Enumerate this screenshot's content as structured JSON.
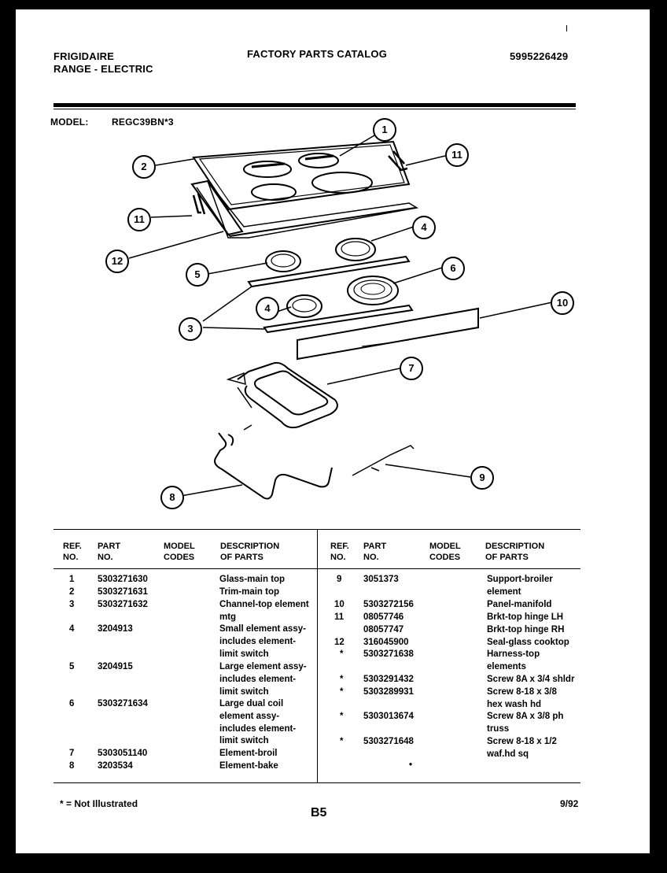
{
  "header": {
    "brand": "FRIGIDAIRE",
    "category": "RANGE - ELECTRIC",
    "catalog_title": "FACTORY PARTS CATALOG",
    "catalog_number": "5995226429",
    "model_label": "MODEL:",
    "model_value": "REGC39BN*3"
  },
  "callouts": [
    "1",
    "2",
    "11",
    "11",
    "4",
    "12",
    "5",
    "6",
    "4",
    "3",
    "10",
    "7",
    "9",
    "8"
  ],
  "table": {
    "headers": {
      "ref": "REF.\nNO.",
      "part": "PART\nNO.",
      "model": "MODEL\nCODES",
      "desc": "DESCRIPTION\nOF PARTS"
    },
    "left_rows": [
      {
        "ref": "1",
        "part": "5303271630",
        "desc": "Glass-main top"
      },
      {
        "ref": "2",
        "part": "5303271631",
        "desc": "Trim-main top"
      },
      {
        "ref": "3",
        "part": "5303271632",
        "desc": "Channel-top element\nmtg"
      },
      {
        "ref": "4",
        "part": "3204913",
        "desc": "Small element assy-\nincludes element-\nlimit switch"
      },
      {
        "ref": "5",
        "part": "3204915",
        "desc": "Large element assy-\nincludes element-\nlimit switch"
      },
      {
        "ref": "6",
        "part": "5303271634",
        "desc": "Large dual coil\nelement assy-\nincludes element-\nlimit switch"
      },
      {
        "ref": "7",
        "part": "5303051140",
        "desc": "Element-broil"
      },
      {
        "ref": "8",
        "part": "3203534",
        "desc": "Element-bake"
      }
    ],
    "right_rows": [
      {
        "ref": "9",
        "part": "3051373",
        "desc": "Support-broiler\nelement"
      },
      {
        "ref": "10",
        "part": "5303272156",
        "desc": "Panel-manifold"
      },
      {
        "ref": "11",
        "part": "08057746",
        "desc": "Brkt-top hinge LH"
      },
      {
        "ref": "",
        "part": "08057747",
        "desc": "Brkt-top hinge RH"
      },
      {
        "ref": "12",
        "part": "316045900",
        "desc": "Seal-glass cooktop"
      },
      {
        "ref": "*",
        "part": "5303271638",
        "desc": "Harness-top\nelements"
      },
      {
        "ref": "*",
        "part": "5303291432",
        "desc": "Screw 8A x 3/4 shldr"
      },
      {
        "ref": "*",
        "part": "5303289931",
        "desc": "Screw 8-18 x 3/8\nhex wash hd"
      },
      {
        "ref": "*",
        "part": "5303013674",
        "desc": "Screw 8A x 3/8 ph\ntruss"
      },
      {
        "ref": "*",
        "part": "5303271648",
        "desc": "Screw 8-18 x 1/2\nwaf.hd sq"
      }
    ],
    "stray_mark": "•"
  },
  "footer": {
    "note": "* = Not Illustrated",
    "page": "B5",
    "date": "9/92"
  }
}
